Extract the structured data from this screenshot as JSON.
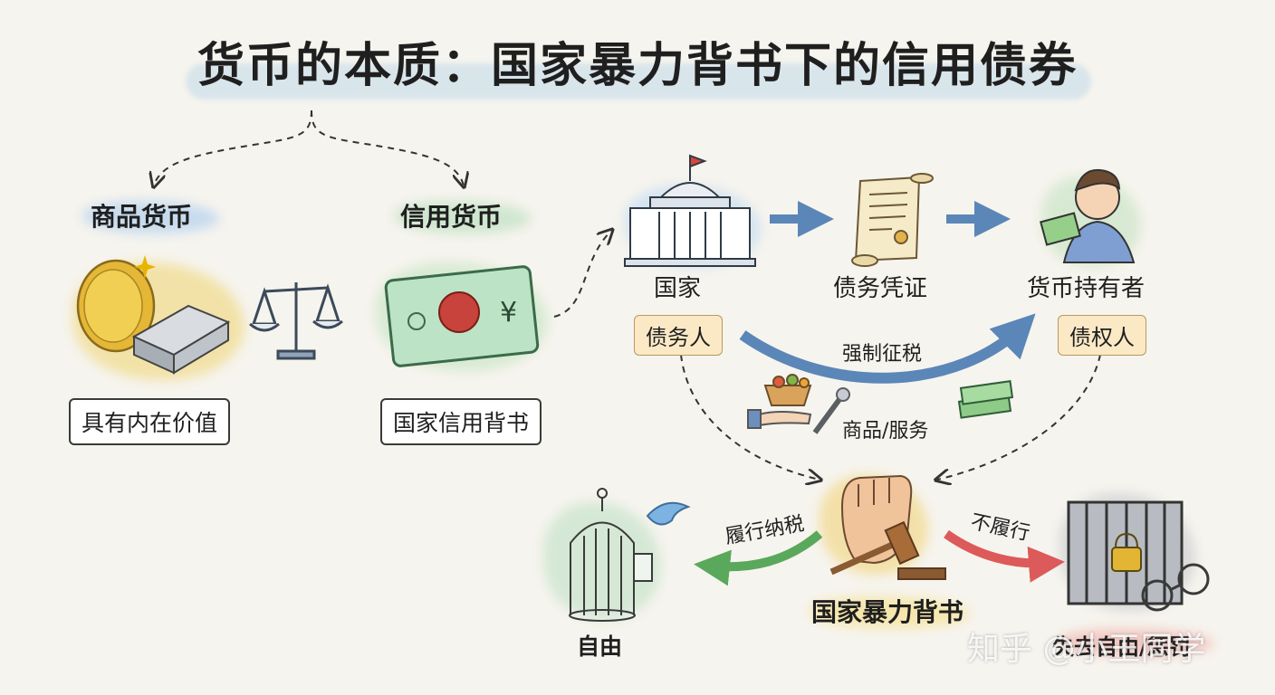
{
  "title": "货币的本质：国家暴力背书下的信用债券",
  "branches": {
    "commodity_money": "商品货币",
    "credit_money": "信用货币"
  },
  "commodity": {
    "caption": "具有内在价值"
  },
  "credit": {
    "caption": "国家信用背书",
    "currency_symbol": "¥"
  },
  "state": {
    "label": "国家",
    "role": "债务人"
  },
  "debt_certificate": {
    "label": "债务凭证"
  },
  "holder": {
    "label": "货币持有者",
    "role": "债权人"
  },
  "flows": {
    "compulsory_tax": "强制征税",
    "goods_services": "商品/服务"
  },
  "violence": {
    "label": "国家暴力背书"
  },
  "outcomes": {
    "pay_tax": "履行纳税",
    "freedom": "自由",
    "not_pay": "不履行",
    "penalty": "失去自由/惩罚"
  },
  "watermark": "知乎 @小王同学",
  "colors": {
    "arrow_blue": "#5b86b8",
    "arrow_green": "#5aa85c",
    "arrow_red": "#dc5a5a",
    "pill_bg": "#fbe9c6"
  }
}
